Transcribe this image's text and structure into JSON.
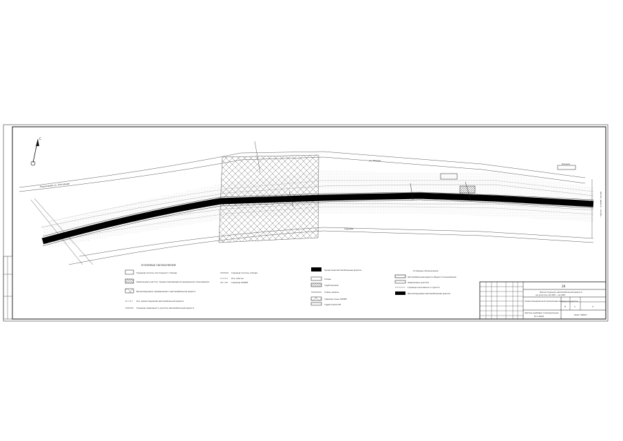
{
  "plan": {
    "north_letter": "С",
    "left_road_label": "Подъездная ул. (Литейная)",
    "road_label_top": "ул. Лесная",
    "road_label_right": "Ленина",
    "road_label_bottom": "Садовая",
    "right_edge_label": "Автом. дорога ...км Кр..."
  },
  "legend_left": {
    "title": "УСЛОВНЫЕ ОБОЗНАЧЕНИЯ",
    "items": [
      "Граница полосы постоянного отвода",
      "Земельный участок, предоставляемый во временное пользование",
      "Проектируемое примыкание к автомобильной дороге",
      "Ось проектируемой автомобильной дороги",
      "Граница земельного участка автомобильной дороги"
    ]
  },
  "legend_mid": {
    "items": [
      "Граница полосы отвода",
      "Ось трассы",
      "Граница ЗОУИТ"
    ]
  },
  "legend_center": {
    "items": [
      "проектная автомобильная дорога",
      "опоры",
      "трубопровод",
      "отвод земель",
      "граница зоны ЗОУИТ",
      "территория ОП"
    ]
  },
  "legend_right": {
    "title": "Условные обозначения",
    "items": [
      "Автомобильная дорога общего пользования",
      "Земельные участки",
      "Граница населенного пункта",
      "Проектируемая автомобильная дорога"
    ]
  },
  "title_block": {
    "number": "20",
    "project": "Реконструкция автомобильной дороги",
    "project2": "на участке км 000 – км 000",
    "sheet_title": "Схема планировочной организации земельного участка",
    "stage": "П",
    "sheet": "1",
    "sheets": "3",
    "drawing": "Чертеж разбивки осей дорожных",
    "scale": "М 1:2000",
    "company": "ООО \"АВТО\""
  }
}
